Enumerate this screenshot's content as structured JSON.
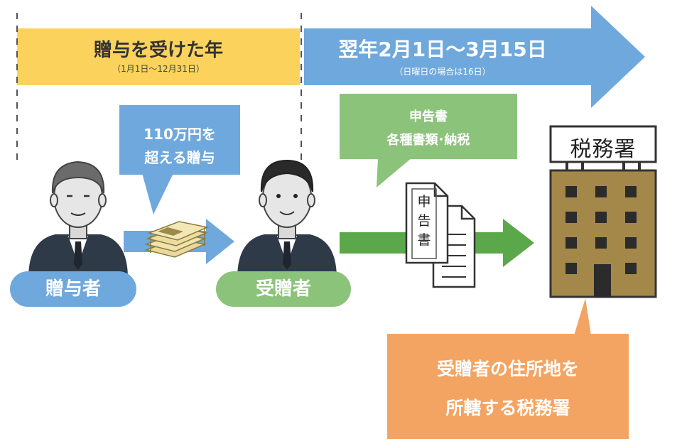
{
  "timeline": {
    "gift_year": {
      "title": "贈与を受けた年",
      "subtitle": "（1月1日～12月31日）"
    },
    "deadline": {
      "title": "翌年2月1日～3月15日",
      "subtitle": "（日曜日の場合は16日）"
    }
  },
  "callouts": {
    "gift_amount": {
      "line1": "110万円を",
      "line2": "超える贈与"
    },
    "filing_docs": {
      "line1": "申告書",
      "line2": "各種書類･納税"
    },
    "tax_office_note": {
      "line1": "受贈者の住所地を",
      "line2": "所轄する税務署"
    }
  },
  "actors": {
    "donor_label": "贈与者",
    "recipient_label": "受贈者"
  },
  "document": {
    "label_chars": [
      "申",
      "告",
      "書"
    ]
  },
  "tax_office": {
    "sign": "税務署"
  },
  "colors": {
    "yellow_band": "#fbd35c",
    "blue": "#6fa8dc",
    "green": "#8cc37b",
    "green_arrow": "#5aa84a",
    "orange": "#f4a462",
    "building": "#a48849"
  },
  "icons": {
    "money": "cash-bundle-icon",
    "document": "tax-return-document-icon",
    "building": "tax-office-building-icon",
    "person": "businessman-icon"
  }
}
